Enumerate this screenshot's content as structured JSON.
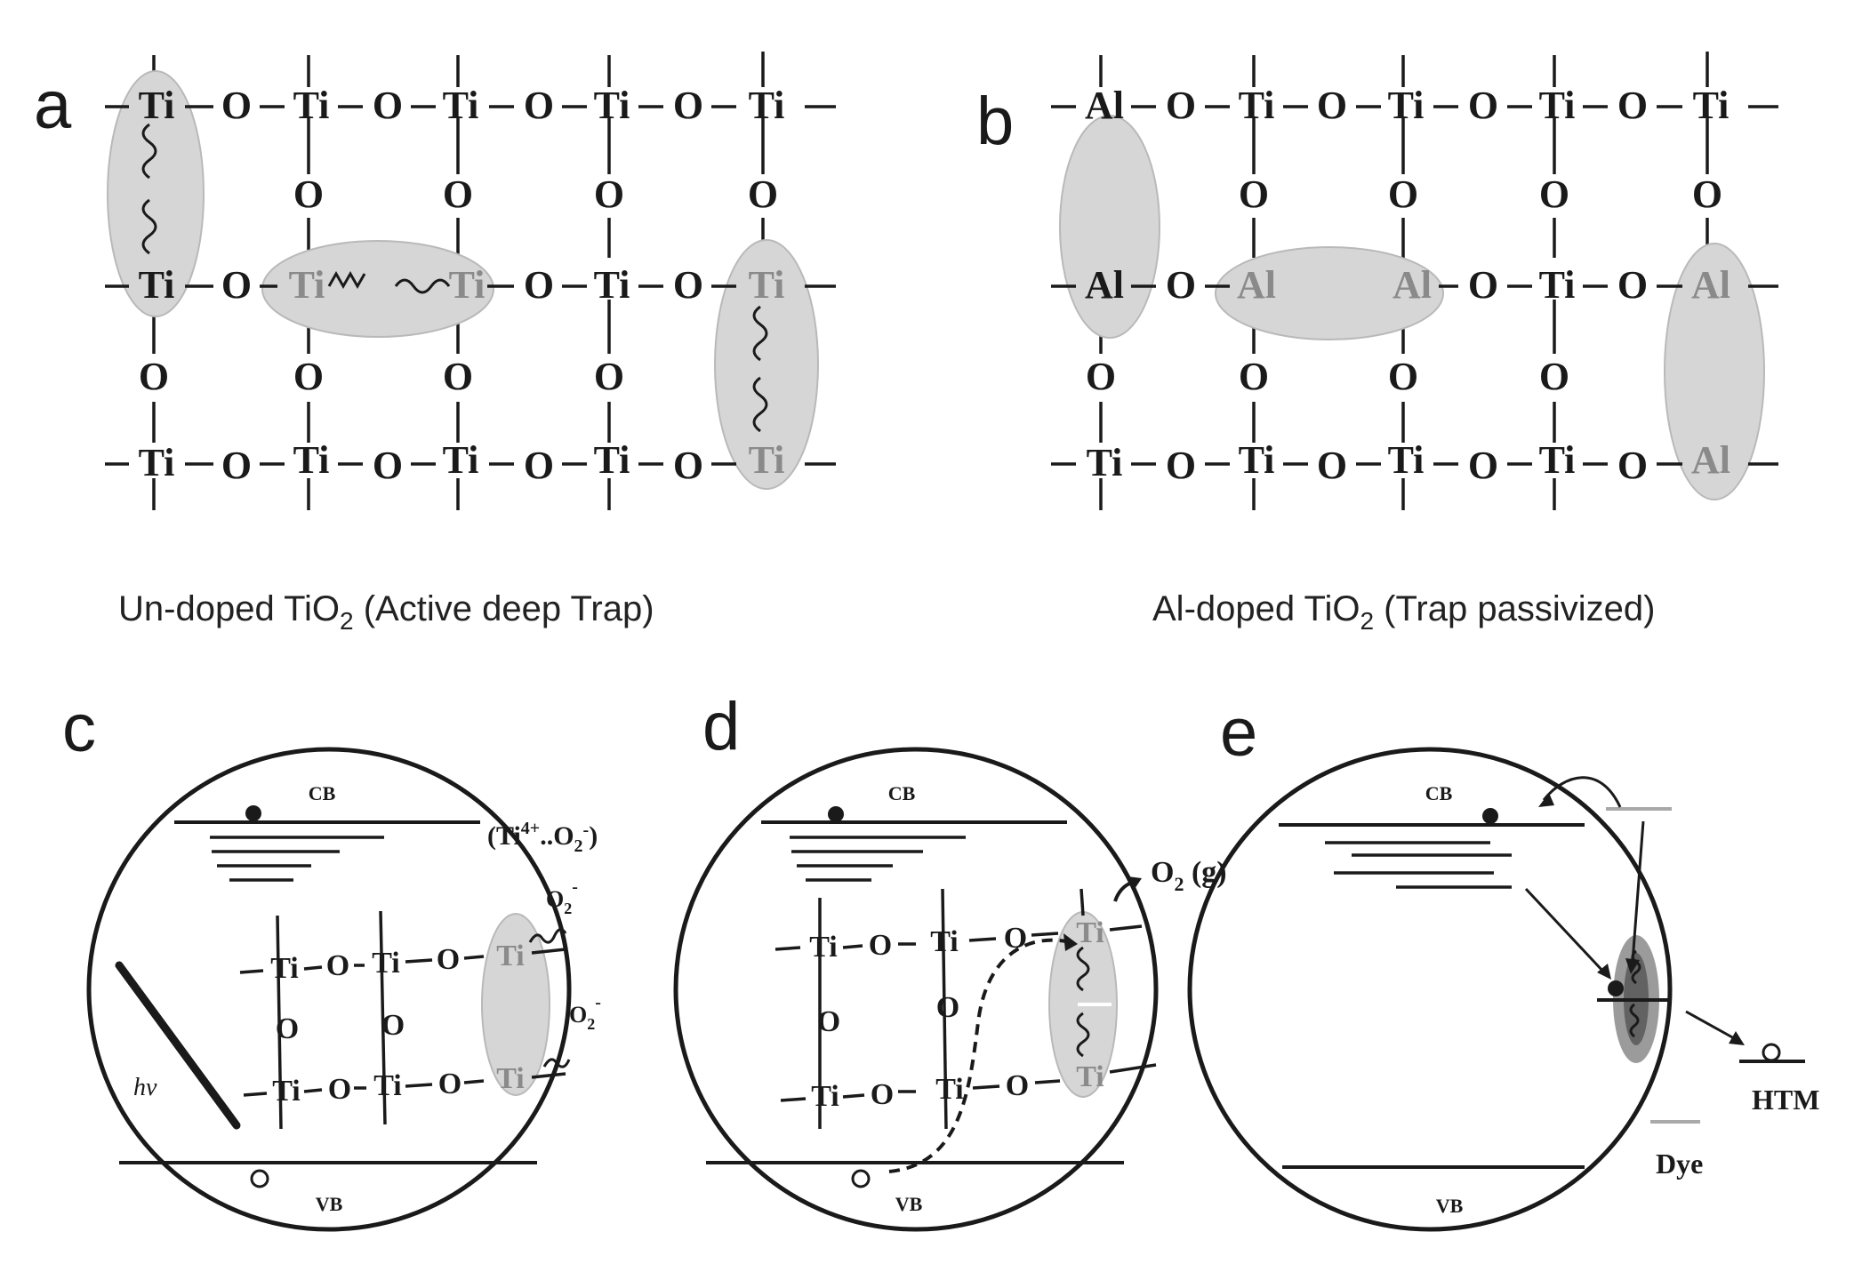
{
  "panels": {
    "a": {
      "letter": "a",
      "caption": {
        "text": "Un-doped TiO",
        "sub": "2",
        "after": " (Active deep Trap)"
      },
      "atoms": {
        "ti": "Ti",
        "o": "O"
      }
    },
    "b": {
      "letter": "b",
      "caption": {
        "text": "Al-doped TiO",
        "sub": "2",
        "after": " (Trap passivized)"
      },
      "atoms": {
        "ti": "Ti",
        "o": "O",
        "al": "Al"
      }
    },
    "c": {
      "letter": "c",
      "cb": "CB",
      "vb": "VB",
      "complex": {
        "open": "(Ti",
        "sup": "4+",
        "mid": "..O",
        "sub": "2",
        "sup2": "-",
        "close": ")"
      },
      "o2": {
        "text": "O",
        "sub": "2",
        "sup": "-"
      },
      "hv": "hv"
    },
    "d": {
      "letter": "d",
      "cb": "CB",
      "vb": "VB",
      "gas": {
        "text": "O",
        "sub": "2",
        "after": " (g)"
      }
    },
    "e": {
      "letter": "e",
      "cb": "CB",
      "vb": "VB",
      "htm": "HTM",
      "dye": "Dye"
    }
  }
}
